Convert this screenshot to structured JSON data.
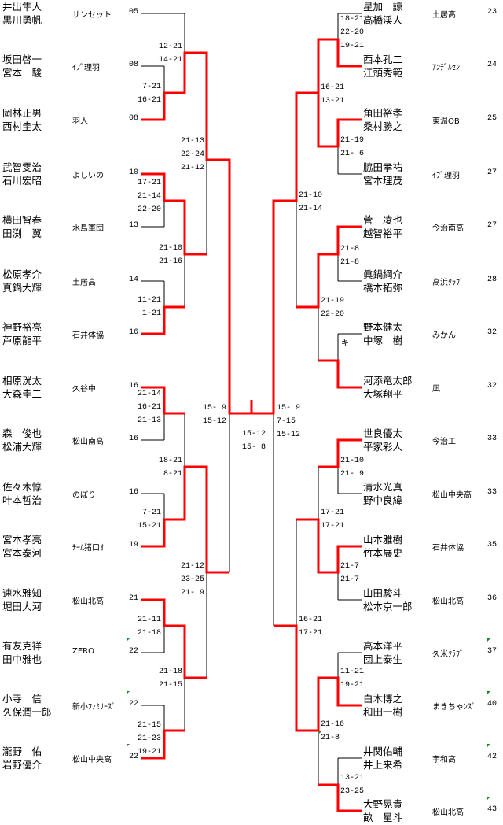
{
  "colors": {
    "winner_line": "#ff0000",
    "line": "#000000",
    "comment_marker": "#1a8a1a"
  },
  "left_entries": [
    {
      "names": [
        "井出隼人",
        "黒川勇帆"
      ],
      "team": "サンセット",
      "seed": "05"
    },
    {
      "names": [
        "坂田啓一",
        "宮本　駿"
      ],
      "team": "ｲﾌﾞ理羽",
      "seed": "08"
    },
    {
      "names": [
        "岡林正男",
        "西村圭太"
      ],
      "team": "羽人",
      "seed": "08"
    },
    {
      "names": [
        "武智雯治",
        "石川宏昭"
      ],
      "team": "よしいの",
      "seed": "10"
    },
    {
      "names": [
        "横田智春",
        "田渕　翼"
      ],
      "team": "水島軍団",
      "seed": "13"
    },
    {
      "names": [
        "松原孝介",
        "真鍋大輝"
      ],
      "team": "土居高",
      "seed": "14"
    },
    {
      "names": [
        "神野裕亮",
        "芦原龍平"
      ],
      "team": "石井体協",
      "seed": "16"
    },
    {
      "names": [
        "相原洸太",
        "大森圭二"
      ],
      "team": "久谷中",
      "seed": "16"
    },
    {
      "names": [
        "森　俊也",
        "松浦大輝"
      ],
      "team": "松山南高",
      "seed": "16"
    },
    {
      "names": [
        "佐々木惇",
        "叶本哲治"
      ],
      "team": "のぼり",
      "seed": "16"
    },
    {
      "names": [
        "宮本孝亮",
        "宮本泰河"
      ],
      "team": "ﾁｰﾑ猪口ｵ",
      "seed": "19"
    },
    {
      "names": [
        "速水雅知",
        "堀田大河"
      ],
      "team": "松山北高",
      "seed": "21"
    },
    {
      "names": [
        "有友克祥",
        "田中雅也"
      ],
      "team": "ZERO",
      "seed": "22"
    },
    {
      "names": [
        "小寺　信",
        "久保潤一郎"
      ],
      "team": "新小ﾌｧﾐﾘｰｽﾞ",
      "seed": "22"
    },
    {
      "names": [
        "瀧野　佑",
        "岩野優介"
      ],
      "team": "松山中央高",
      "seed": "22"
    }
  ],
  "right_entries": [
    {
      "names": [
        "星加　諒",
        "高橋渓人"
      ],
      "team": "土居高",
      "seed": "23"
    },
    {
      "names": [
        "西本孔二",
        "江頭秀範"
      ],
      "team": "ｱﾝﾃﾞﾙｾﾝ",
      "seed": "24"
    },
    {
      "names": [
        "角田裕孝",
        "桑村勝之"
      ],
      "team": "東温OB",
      "seed": "25"
    },
    {
      "names": [
        "脇田孝祐",
        "宮本理茂"
      ],
      "team": "ｲﾌﾞ理羽",
      "seed": "27"
    },
    {
      "names": [
        "菅　凌也",
        "越智裕平"
      ],
      "team": "今治南高",
      "seed": "27"
    },
    {
      "names": [
        "眞鍋綱介",
        "橋本拓弥"
      ],
      "team": "高浜ｸﾗﾌﾞ",
      "seed": "28"
    },
    {
      "names": [
        "野本健太",
        "中塚　樹"
      ],
      "team": "みかん",
      "seed": "32"
    },
    {
      "names": [
        "河添竜太郎",
        "大塚翔平"
      ],
      "team": "凪",
      "seed": "32"
    },
    {
      "names": [
        "世良優太",
        "平家彩人"
      ],
      "team": "今治工",
      "seed": "33"
    },
    {
      "names": [
        "清水光真",
        "野中良緯"
      ],
      "team": "松山中央高",
      "seed": "33"
    },
    {
      "names": [
        "山本雅樹",
        "竹本展史"
      ],
      "team": "石井体協",
      "seed": "35"
    },
    {
      "names": [
        "山田駿斗",
        "松本京一郎"
      ],
      "team": "松山北高",
      "seed": "36"
    },
    {
      "names": [
        "高本洋平",
        "団上泰生"
      ],
      "team": "久米ｸﾗﾌﾞ",
      "seed": "37"
    },
    {
      "names": [
        "白木博之",
        "和田一樹"
      ],
      "team": "まきちゃﾝｽﾞ",
      "seed": "40"
    },
    {
      "names": [
        "井関佑輔",
        "井上来希"
      ],
      "team": "宇和高",
      "seed": "42"
    },
    {
      "names": [
        "大野晃貴",
        "畝　星斗"
      ],
      "team": "松山北高",
      "seed": "43"
    }
  ],
  "withdrawal_mark": "キ",
  "left_scores": [
    [
      "12-21",
      "14-21"
    ],
    [
      "7-21",
      "16-21"
    ],
    [
      "21-13",
      "22-24",
      "21-12"
    ],
    [
      "17-21",
      "21-14",
      "22-20"
    ],
    [
      "21-10",
      "21-16"
    ],
    [
      "11-21",
      "1-21"
    ],
    [
      "21-14",
      "16-21",
      "21-13"
    ],
    [
      "15- 9",
      "15-12"
    ],
    [
      "18-21",
      "8-21"
    ],
    [
      "7-21",
      "15-21"
    ],
    [
      "21-12",
      "23-25",
      "21- 9"
    ],
    [
      "21-11",
      "21-18"
    ],
    [
      "21-18",
      "21-15"
    ],
    [
      "21-15",
      "21-23",
      "19-21"
    ]
  ],
  "final_scores": [
    "15-12",
    "15- 8"
  ],
  "right_scores": [
    [
      "18-21",
      "22-20",
      "19-21"
    ],
    [
      "16-21",
      "13-21"
    ],
    [
      "21-19",
      "21- 6"
    ],
    [
      "21-10",
      "21-14"
    ],
    [
      "21-8",
      "21-8"
    ],
    [
      "21-19",
      "22-20"
    ],
    [
      "15- 9",
      "7-15",
      "15-12"
    ],
    [
      "21-10",
      "21- 9"
    ],
    [
      "17-21",
      "17-21"
    ],
    [
      "21-7",
      "21-7"
    ],
    [
      "16-21",
      "17-21"
    ],
    [
      "11-21",
      "19-21"
    ],
    [
      "21-16",
      "21-8"
    ],
    [
      "13-21",
      "23-25"
    ]
  ]
}
